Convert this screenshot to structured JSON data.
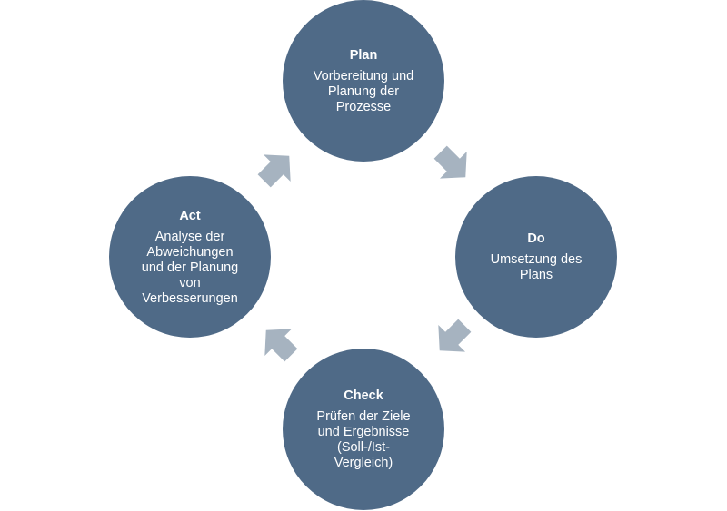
{
  "diagram": {
    "nodes": [
      {
        "id": "plan",
        "title": "Plan",
        "text": "Vorbereitung und\nPlanung der\nProzesse"
      },
      {
        "id": "do",
        "title": "Do",
        "text": "Umsetzung des\nPlans"
      },
      {
        "id": "check",
        "title": "Check",
        "text": "Prüfen der Ziele\nund Ergebnisse\n(Soll-/Ist-\nVergleich)"
      },
      {
        "id": "act",
        "title": "Act",
        "text": "Analyse der\nAbweichungen\nund der Planung\nvon\nVerbesserungen"
      }
    ],
    "arrows": [
      {
        "from": "plan",
        "to": "do",
        "direction": "down-right"
      },
      {
        "from": "do",
        "to": "check",
        "direction": "down-left"
      },
      {
        "from": "check",
        "to": "act",
        "direction": "up-left"
      },
      {
        "from": "act",
        "to": "plan",
        "direction": "up-right"
      }
    ],
    "colors": {
      "circle_fill": "#4f6a87",
      "circle_text": "#ffffff",
      "arrow_fill": "#a6b3c0"
    }
  }
}
